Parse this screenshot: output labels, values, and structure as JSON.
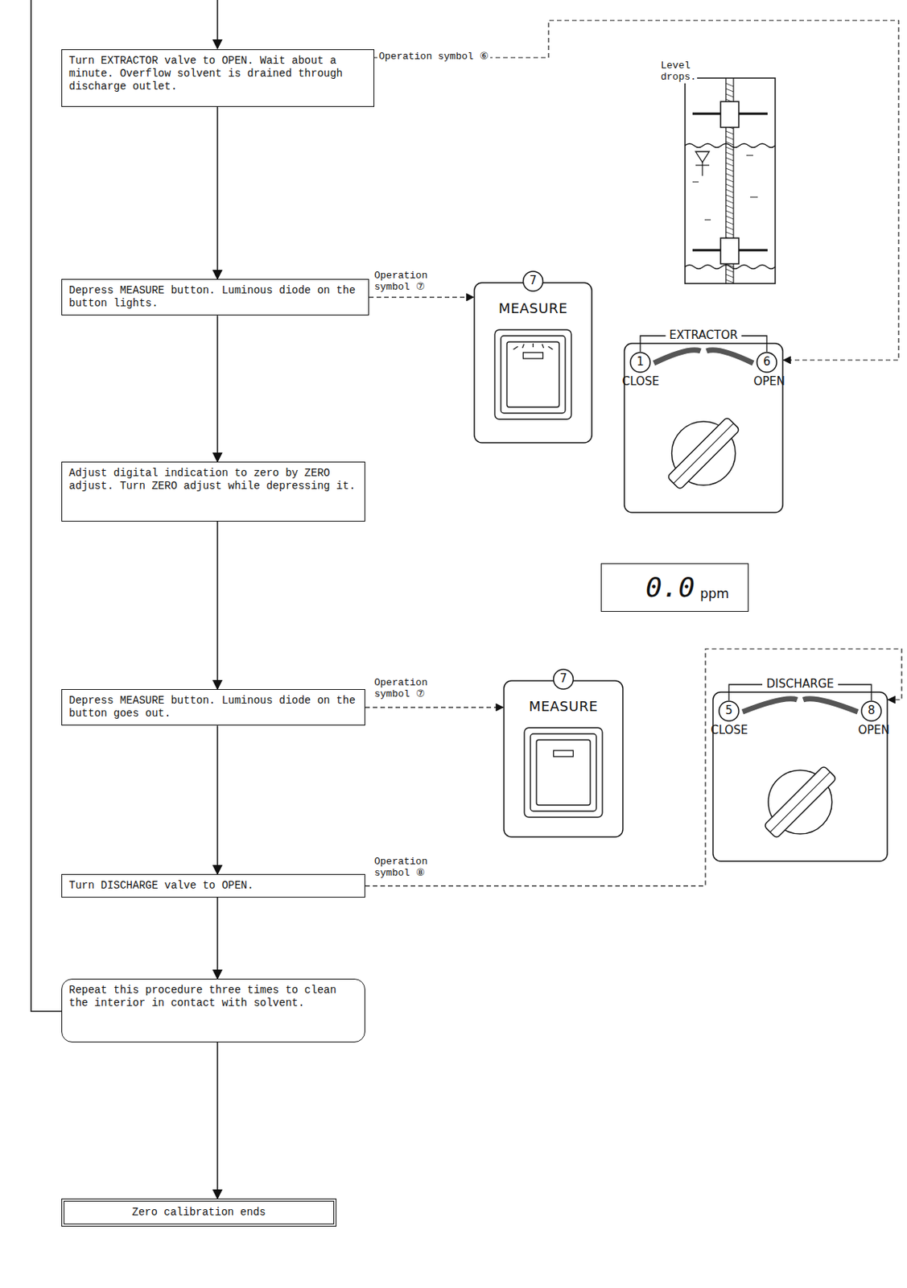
{
  "diagram": {
    "nodes": [
      {
        "text": [
          "Turn EXTRACTOR valve to OPEN. Wait about a minute. Overflow solvent is drained through discharge outlet."
        ]
      },
      {
        "text": [
          "Depress MEASURE button. Luminous diode on the button lights."
        ]
      },
      {
        "text": [
          "Adjust digital indication to zero by ZERO adjust. Turn ZERO adjust while depressing it."
        ]
      },
      {
        "text": [
          "Depress MEASURE button. Luminous diode on the button goes out."
        ]
      },
      {
        "text": [
          "Turn DISCHARGE valve to OPEN."
        ]
      },
      {
        "text": [
          "Repeat this procedure three times to clean the interior in contact with solvent."
        ]
      },
      {
        "text": [
          "Zero calibration ends"
        ]
      },
      {
        "text": [
          "7",
          "MEASURE"
        ]
      },
      {
        "text": [
          "EXTRACTOR",
          "1",
          "CLOSE",
          "6",
          "OPEN"
        ]
      },
      {
        "text": [
          "0.0",
          "ppm"
        ]
      },
      {
        "text": [
          "7",
          "MEASURE"
        ]
      },
      {
        "text": [
          "DISCHARGE",
          "5",
          "CLOSE",
          "8",
          "OPEN"
        ]
      }
    ],
    "edges": [
      {
        "from": 0,
        "to": 1,
        "arrow": "to"
      },
      {
        "from": 1,
        "to": 2,
        "arrow": "to"
      },
      {
        "from": 2,
        "to": 3,
        "arrow": "to"
      },
      {
        "from": 3,
        "to": 4,
        "arrow": "to"
      },
      {
        "from": 4,
        "to": 5,
        "arrow": "to"
      },
      {
        "from": 5,
        "to": 6,
        "arrow": "to"
      },
      {
        "from": 0,
        "to": 8,
        "label": "Operation symbol ⑥",
        "arrow": "to"
      },
      {
        "from": 1,
        "to": 7,
        "label": "Operation symbol ⑦",
        "arrow": "to"
      },
      {
        "from": 3,
        "to": 10,
        "label": "Operation symbol ⑦",
        "arrow": "to"
      },
      {
        "from": 4,
        "to": 11,
        "label": "Operation symbol ⑧",
        "arrow": "to"
      }
    ],
    "labels": [
      "Level drops."
    ]
  }
}
